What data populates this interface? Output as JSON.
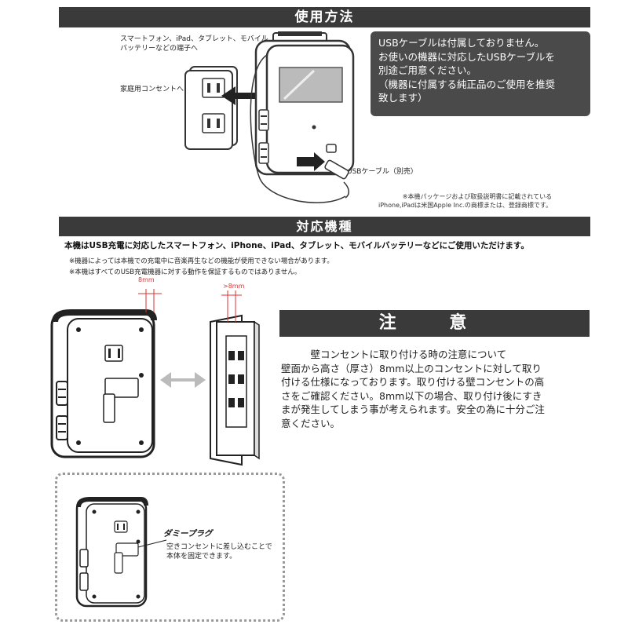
{
  "usage": {
    "title": "使用方法",
    "label_phone": "スマートフォン、iPad、タブレット、モバイル\nバッテリーなどの端子へ",
    "label_outlet": "家庭用コンセントへ",
    "label_cable": "USBケーブル（別売）",
    "usb_note": "USBケーブルは付属しておりません。\nお使いの機器に対応したUSBケーブルを\n別途ご用意ください。\n（機器に付属する純正品のご使用を推奨\n致します）",
    "trademark_note": "※本機パッケージおよび取扱説明書に記載されている\niPhone,iPadは米国Apple Inc.の商標または、登録商標です。"
  },
  "compat": {
    "title": "対応機種",
    "main_line": "本機はUSB充電に対応したスマートフォン、iPhone、iPad、タブレット、モバイルバッテリーなどにご使用いただけます。",
    "note1": "※機器によっては本機での充電中に音楽再生などの機能が使用できない場合があります。",
    "note2": "※本機はすべてのUSB充電機器に対する動作を保証するものではありません。"
  },
  "diagram": {
    "label_8mm": "8mm",
    "label_gt8mm": ">8mm"
  },
  "caution": {
    "title": "注 意",
    "body": "　　　壁コンセントに取り付ける時の注意について\n壁面から高さ（厚さ）8mm以上のコンセントに対して取り\n付ける仕様になっております。取り付ける壁コンセントの高\nさをご確認ください。8mm以下の場合、取り付け後にすき\nまが発生してしまう事が考えられます。安全の為に十分ご注\n意ください。"
  },
  "dummy_plug": {
    "title": "ダミープラグ",
    "desc": "空きコンセントに差し込むことで\n本体を固定できます。"
  }
}
